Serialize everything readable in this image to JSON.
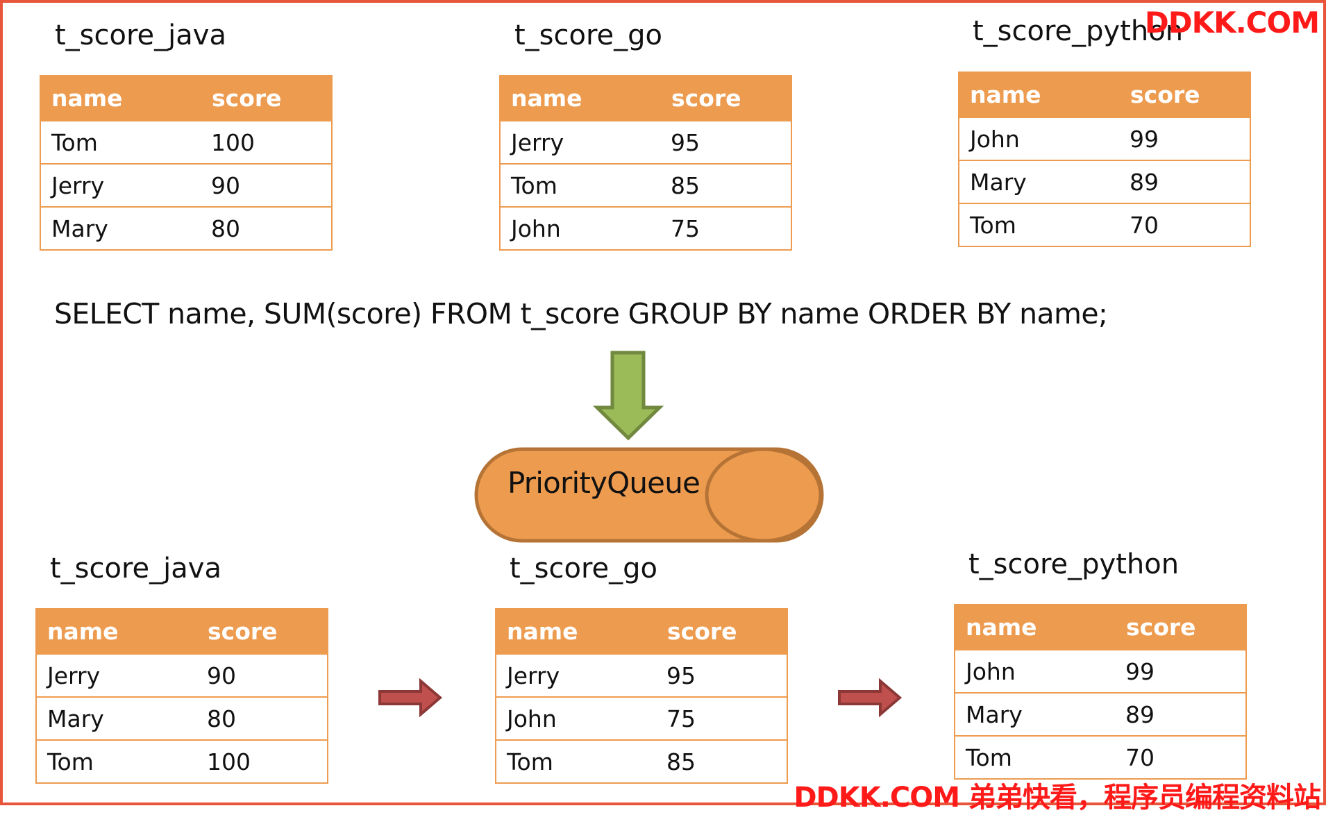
{
  "top_row": [
    {
      "title": "t_score_java",
      "headers": [
        "name",
        "score"
      ],
      "rows": [
        [
          "Tom",
          "100"
        ],
        [
          "Jerry",
          "90"
        ],
        [
          "Mary",
          "80"
        ]
      ]
    },
    {
      "title": "t_score_go",
      "headers": [
        "name",
        "score"
      ],
      "rows": [
        [
          "Jerry",
          "95"
        ],
        [
          "Tom",
          "85"
        ],
        [
          "John",
          "75"
        ]
      ]
    },
    {
      "title": "t_score_python",
      "headers": [
        "name",
        "score"
      ],
      "rows": [
        [
          "John",
          "99"
        ],
        [
          "Mary",
          "89"
        ],
        [
          "Tom",
          "70"
        ]
      ]
    }
  ],
  "query": "SELECT name, SUM(score) FROM t_score GROUP BY name ORDER BY name;",
  "queue_label": "PriorityQueue",
  "bottom_row": [
    {
      "title": "t_score_java",
      "headers": [
        "name",
        "score"
      ],
      "rows": [
        [
          "Jerry",
          "90"
        ],
        [
          "Mary",
          "80"
        ],
        [
          "Tom",
          "100"
        ]
      ]
    },
    {
      "title": "t_score_go",
      "headers": [
        "name",
        "score"
      ],
      "rows": [
        [
          "Jerry",
          "95"
        ],
        [
          "John",
          "75"
        ],
        [
          "Tom",
          "85"
        ]
      ]
    },
    {
      "title": "t_score_python",
      "headers": [
        "name",
        "score"
      ],
      "rows": [
        [
          "John",
          "99"
        ],
        [
          "Mary",
          "89"
        ],
        [
          "Tom",
          "70"
        ]
      ]
    }
  ],
  "watermark_top": "DDKK.COM",
  "watermark_bottom": "DDKK.COM 弟弟快看，程序员编程资料站",
  "colors": {
    "frame": "#e8553a",
    "table_header": "#ed9b4f",
    "queue_fill": "#ed9b4f",
    "queue_stroke": "#b57336",
    "down_arrow_fill": "#9bbb59",
    "down_arrow_stroke": "#71893f",
    "flow_arrow_fill": "#c0504d",
    "flow_arrow_stroke": "#8c3836",
    "watermark": "#ff1a1a"
  }
}
